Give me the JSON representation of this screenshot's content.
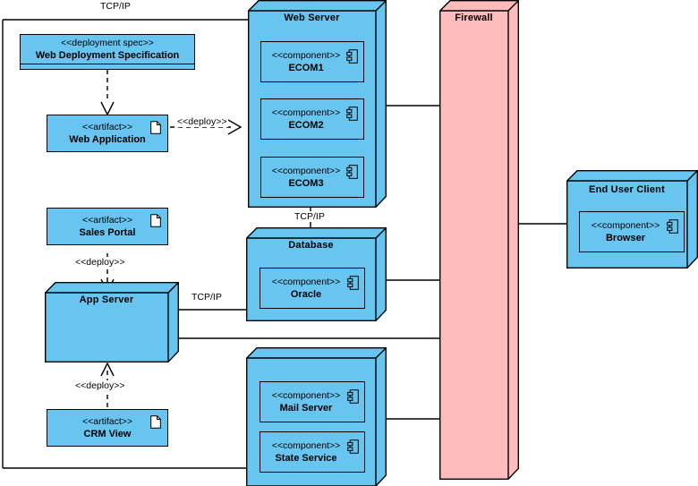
{
  "diagram": {
    "type": "uml-deployment-diagram",
    "colors": {
      "node_fill": "#68c5f0",
      "node_top": "#8fd6f5",
      "node_side": "#4fb5e4",
      "firewall_fill": "#ffbcbc",
      "firewall_top": "#ffd2d2",
      "firewall_side": "#f3a8a8",
      "stroke": "#000000",
      "background": "#ffffff"
    }
  },
  "nodes": {
    "web_server": {
      "name": "Web Server"
    },
    "database": {
      "name": "Database"
    },
    "app_server": {
      "name": "App Server"
    },
    "services_node": {
      "name": ""
    },
    "firewall": {
      "name": "Firewall"
    },
    "end_user_client": {
      "name": "End User Client"
    }
  },
  "components": {
    "ecom1": {
      "stereotype": "<<component>>",
      "name": "ECOM1"
    },
    "ecom2": {
      "stereotype": "<<component>>",
      "name": "ECOM2"
    },
    "ecom3": {
      "stereotype": "<<component>>",
      "name": "ECOM3"
    },
    "oracle": {
      "stereotype": "<<component>>",
      "name": "Oracle"
    },
    "mail_server": {
      "stereotype": "<<component>>",
      "name": "Mail Server"
    },
    "state_service": {
      "stereotype": "<<component>>",
      "name": "State Service"
    },
    "browser": {
      "stereotype": "<<component>>",
      "name": "Browser"
    }
  },
  "artifacts": {
    "web_deployment_specification": {
      "stereotype": "<<deployment spec>>",
      "name": "Web Deployment Specification"
    },
    "web_application": {
      "stereotype": "<<artifact>>",
      "name": "Web Application"
    },
    "sales_portal": {
      "stereotype": "<<artifact>>",
      "name": "Sales Portal"
    },
    "crm_view": {
      "stereotype": "<<artifact>>",
      "name": "CRM View"
    }
  },
  "edge_labels": {
    "tcpip_top": "TCP/IP",
    "tcpip_webdb": "TCP/IP",
    "tcpip_appdb": "TCP/IP",
    "deploy_webapp": "<<deploy>>",
    "deploy_sales": "<<deploy>>",
    "deploy_crm": "<<deploy>>"
  }
}
